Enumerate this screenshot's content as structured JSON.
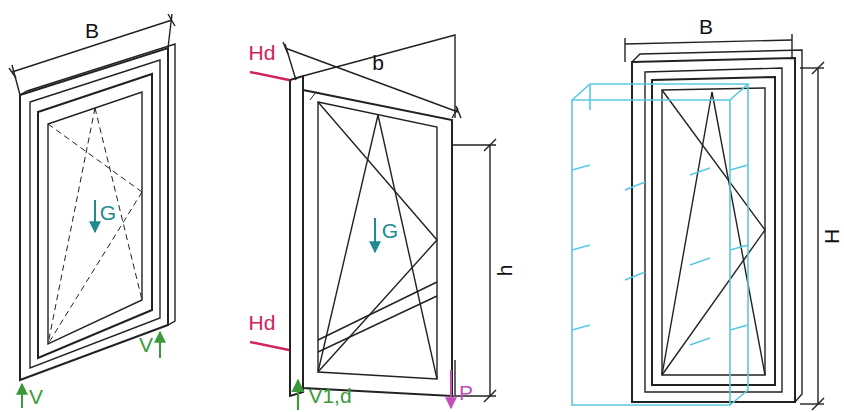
{
  "diagram": {
    "labels": [
      "B",
      "V",
      "G",
      "V",
      "b",
      "Hd",
      "Hd",
      "G",
      "h",
      "V1,d",
      "P",
      "B",
      "H"
    ]
  }
}
